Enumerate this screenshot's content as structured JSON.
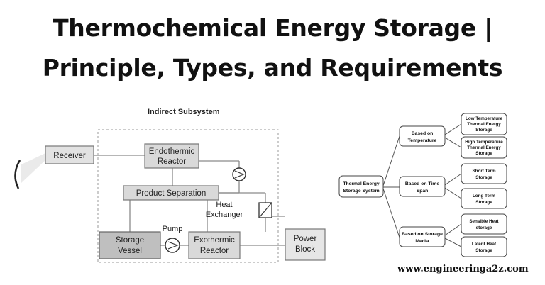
{
  "title": {
    "line1": "Thermochemical Energy Storage |",
    "line2": "Principle, Types, and Requirements"
  },
  "left_diagram": {
    "subsystem_label": "Indirect Subsystem",
    "receiver": "Receiver",
    "endothermic_reactor": [
      "Endothermic",
      "Reactor"
    ],
    "product_separation": "Product Separation",
    "heat_exchanger": [
      "Heat",
      "Exchanger"
    ],
    "pump": "Pump",
    "storage_vessel": [
      "Storage",
      "Vessel"
    ],
    "exothermic_reactor": [
      "Exothermic",
      "Reactor"
    ],
    "power_block": [
      "Power",
      "Block"
    ]
  },
  "tree": {
    "root": [
      "Thermal Energy",
      "Storage System"
    ],
    "branches": [
      {
        "label": [
          "Based on",
          "Temperature"
        ],
        "leaves": [
          [
            "Low Temperature",
            "Thermal Energy",
            "Storage"
          ],
          [
            "High Temperature",
            "Thermal Energy",
            "Storage"
          ]
        ]
      },
      {
        "label": [
          "Based on Time",
          "Span"
        ],
        "leaves": [
          [
            "Short Term",
            "Storage"
          ],
          [
            "Long Term",
            "Storage"
          ]
        ]
      },
      {
        "label": [
          "Based on Storage",
          "Media"
        ],
        "leaves": [
          [
            "Sensible Heat",
            "storage"
          ],
          [
            "Latent Heat",
            "Storage"
          ]
        ]
      }
    ]
  },
  "footer": "www.engineeringa2z.com",
  "colors": {
    "box_fill": "#d9d9d9",
    "box_dark_fill": "#bfbfbf",
    "line": "#8a8a8a",
    "tree_line": "#555555"
  }
}
